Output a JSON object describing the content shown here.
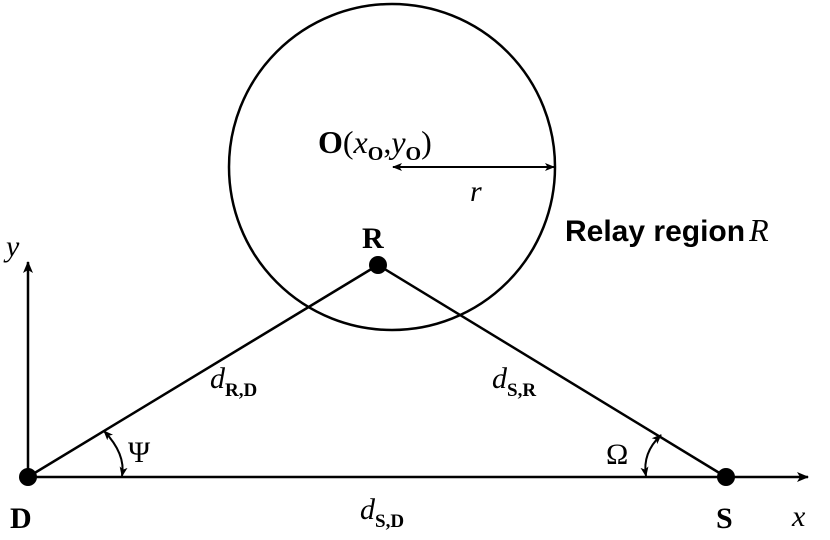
{
  "axes": {
    "y_label": "y",
    "x_label": "x"
  },
  "nodes": {
    "origin_label": "D",
    "relay_label": "R",
    "source_label": "S"
  },
  "center": {
    "prefix": "O",
    "x_var": "x",
    "x_sub": "O",
    "sep": ",",
    "y_var": "y",
    "y_sub": "O"
  },
  "radius_label": "r",
  "region": {
    "text": "Relay region",
    "symbol": "R"
  },
  "distances": {
    "rd": {
      "var": "d",
      "sub": "R,D"
    },
    "sr": {
      "var": "d",
      "sub": "S,R"
    },
    "sd": {
      "var": "d",
      "sub": "S,D"
    }
  },
  "angles": {
    "psi": "Ψ",
    "omega": "Ω"
  }
}
